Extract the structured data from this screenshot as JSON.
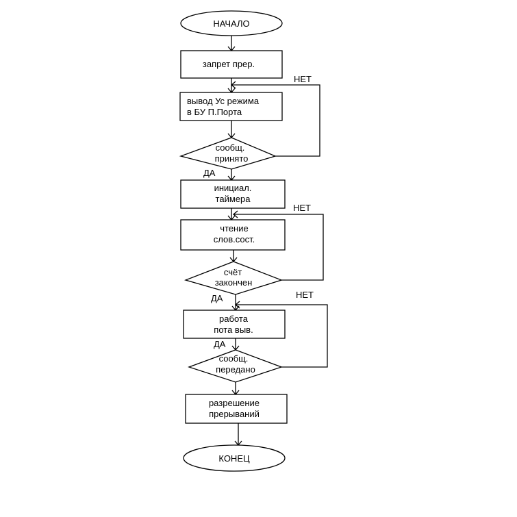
{
  "flowchart": {
    "start": "НАЧАЛО",
    "step1": "запрет прер.",
    "step2": [
      "вывод Ус режима",
      "в БУ П.Порта"
    ],
    "decision1": [
      "сообщ.",
      "принято"
    ],
    "step3": [
      "инициал.",
      "таймера"
    ],
    "step4": [
      "чтение",
      "слов.сост."
    ],
    "decision2": [
      "счёт",
      "закончен"
    ],
    "step5": [
      "работа",
      "пота выв."
    ],
    "decision3": [
      "сообщ.",
      "передано"
    ],
    "step6": [
      "разрешение",
      "прерываний"
    ],
    "end": "КОНЕЦ",
    "yes_label": "ДА",
    "no_label": "НЕТ"
  }
}
